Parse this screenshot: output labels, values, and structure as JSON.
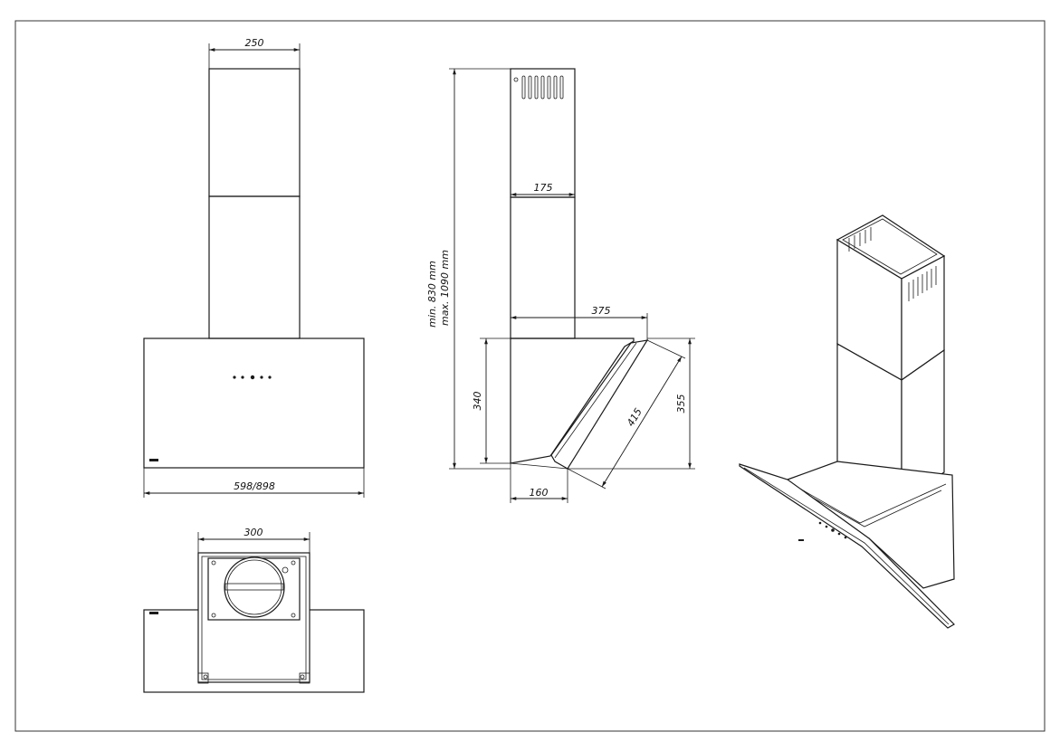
{
  "dimensions": {
    "front_chimney_width": "250",
    "front_hood_width": "598/898",
    "top_width": "300",
    "side_chimney_depth": "175",
    "side_total_depth": "375",
    "side_glass_height": "340",
    "side_glass_length": "415",
    "side_body_height": "355",
    "side_bottom_depth": "160",
    "height_min": "min. 830 mm",
    "height_max": "max. 1090 mm"
  }
}
